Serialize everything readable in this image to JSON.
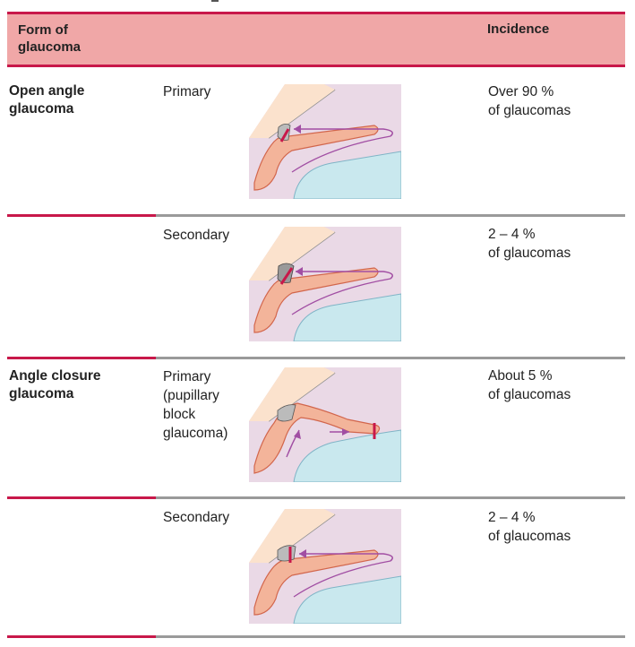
{
  "header": {
    "form_label": "Form of\nglaucoma",
    "incidence_label": "Incidence"
  },
  "rows": [
    {
      "form": "Open angle\nglaucoma",
      "subtype": "Primary",
      "incidence": "Over 90 %\nof glaucomas",
      "illustration": "open-angle-primary-illustration"
    },
    {
      "form": "",
      "subtype": "Secondary",
      "incidence": "2 – 4 %\nof glaucomas",
      "illustration": "open-angle-secondary-illustration"
    },
    {
      "form": "Angle closure\nglaucoma",
      "subtype": "Primary\n(pupillary\nblock\nglaucoma)",
      "incidence": "About 5 %\nof glaucomas",
      "illustration": "angle-closure-primary-illustration"
    },
    {
      "form": "",
      "subtype": "Secondary",
      "incidence": "2 – 4 %\nof glaucomas",
      "illustration": "angle-closure-secondary-illustration"
    }
  ],
  "colors": {
    "header_bg": "#f0a7a7",
    "accent": "#c8184a",
    "rule_gray": "#9a9a9a",
    "iris": "#f3b49a",
    "iris_outline": "#d2664c",
    "lens": "#c9e8ee",
    "chamber": "#ead9e6",
    "arrow": "#a14ea3"
  }
}
